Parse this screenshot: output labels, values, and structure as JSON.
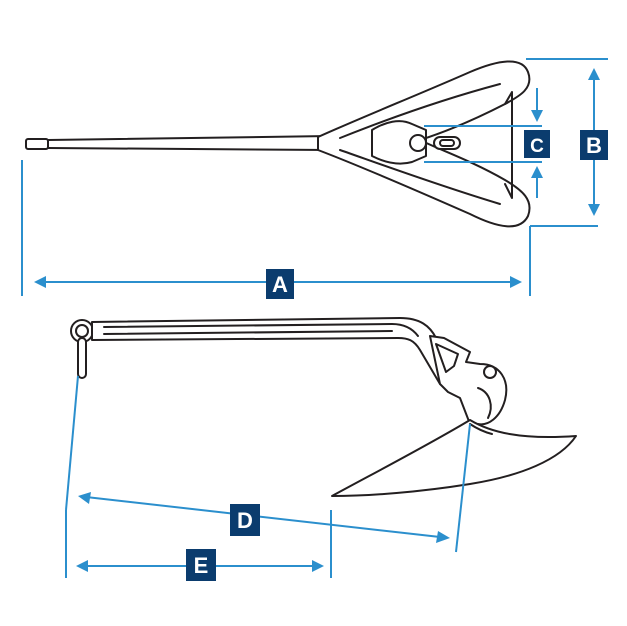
{
  "labels": {
    "A": "A",
    "B": "B",
    "C": "C",
    "D": "D",
    "E": "E"
  },
  "colors": {
    "line": "#231f20",
    "dimension": "#2b8fcd",
    "badge": "#0b3c6e",
    "badge_text": "#ffffff"
  }
}
